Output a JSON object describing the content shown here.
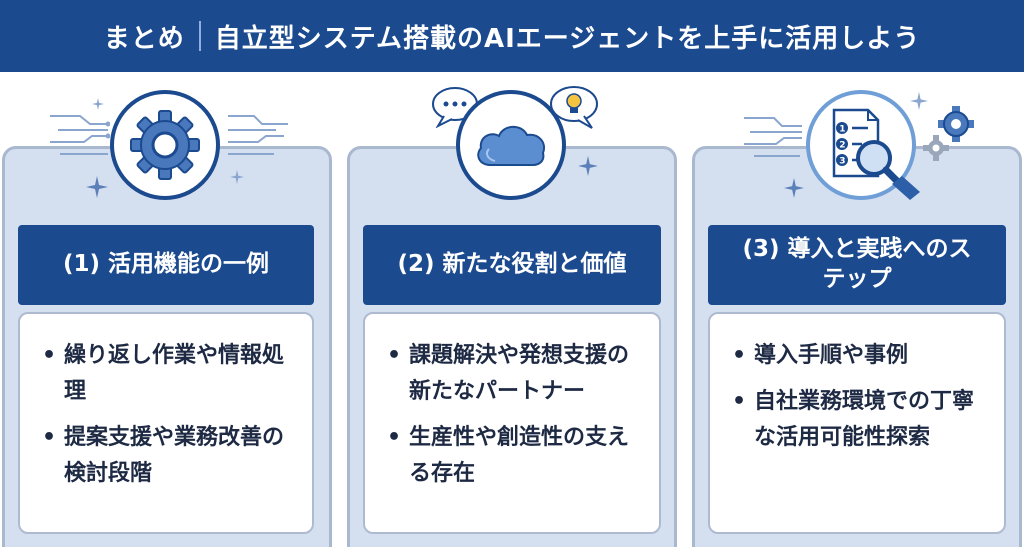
{
  "header": {
    "left": "まとめ",
    "right": "自立型システム搭載のAIエージェントを上手に活用しよう"
  },
  "columns": [
    {
      "badge": "(1) 活用機能の一例",
      "icon": "gear-icon",
      "items": [
        "繰り返し作業や情報処理",
        "提案支援や業務改善の検討段階"
      ]
    },
    {
      "badge": "(2) 新たな役割と価値",
      "icon": "cloud-icon",
      "items": [
        "課題解決や発想支援の新たなパートナー",
        "生産性や創造性の支える存在"
      ]
    },
    {
      "badge": "(3) 導入と実践へのステップ",
      "icon": "document-magnifier-icon",
      "items": [
        "導入手順や事例",
        "自社業務環境での丁寧な活用可能性探索"
      ]
    }
  ],
  "colors": {
    "primary": "#1c4a8f",
    "panel": "#d4dff0",
    "accent": "#6f9fd6"
  }
}
